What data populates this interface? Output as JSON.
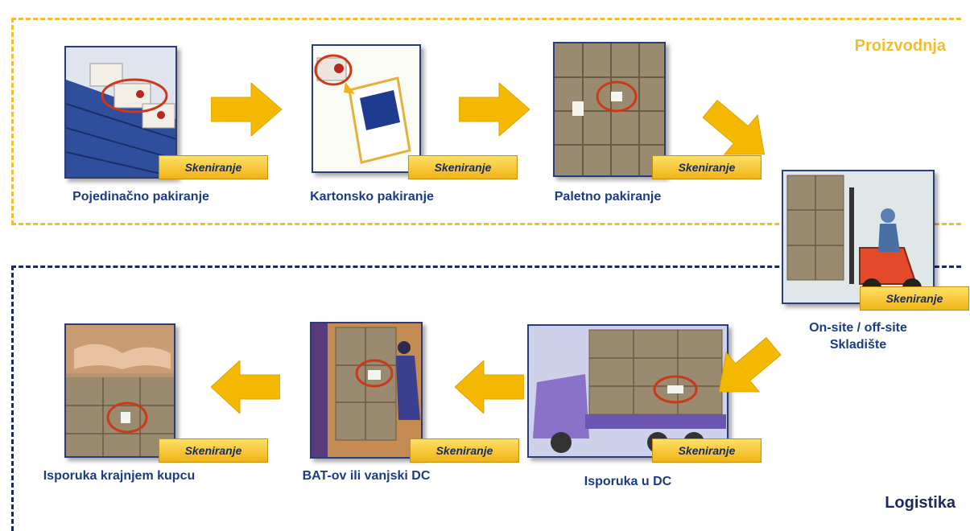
{
  "zones": {
    "production": "Proizvodnja",
    "logistics": "Logistika"
  },
  "badge_label": "Skeniranje",
  "steps": [
    {
      "label": "Pojedinačno pakiranje"
    },
    {
      "label": "Kartonsko pakiranje"
    },
    {
      "label": "Paletno pakiranje"
    },
    {
      "label_line1": "On-site / off-site",
      "label_line2": "Skladište"
    },
    {
      "label": "Isporuka u DC"
    },
    {
      "label": "BAT-ov ili vanjski DC"
    },
    {
      "label": "Isporuka krajnjem kupcu"
    }
  ],
  "colors": {
    "production_border": "#f0be2e",
    "logistics_border": "#1c2a57",
    "arrow": "#f5b800",
    "label": "#1d3b82",
    "scan_ring": "#c93a1a"
  }
}
